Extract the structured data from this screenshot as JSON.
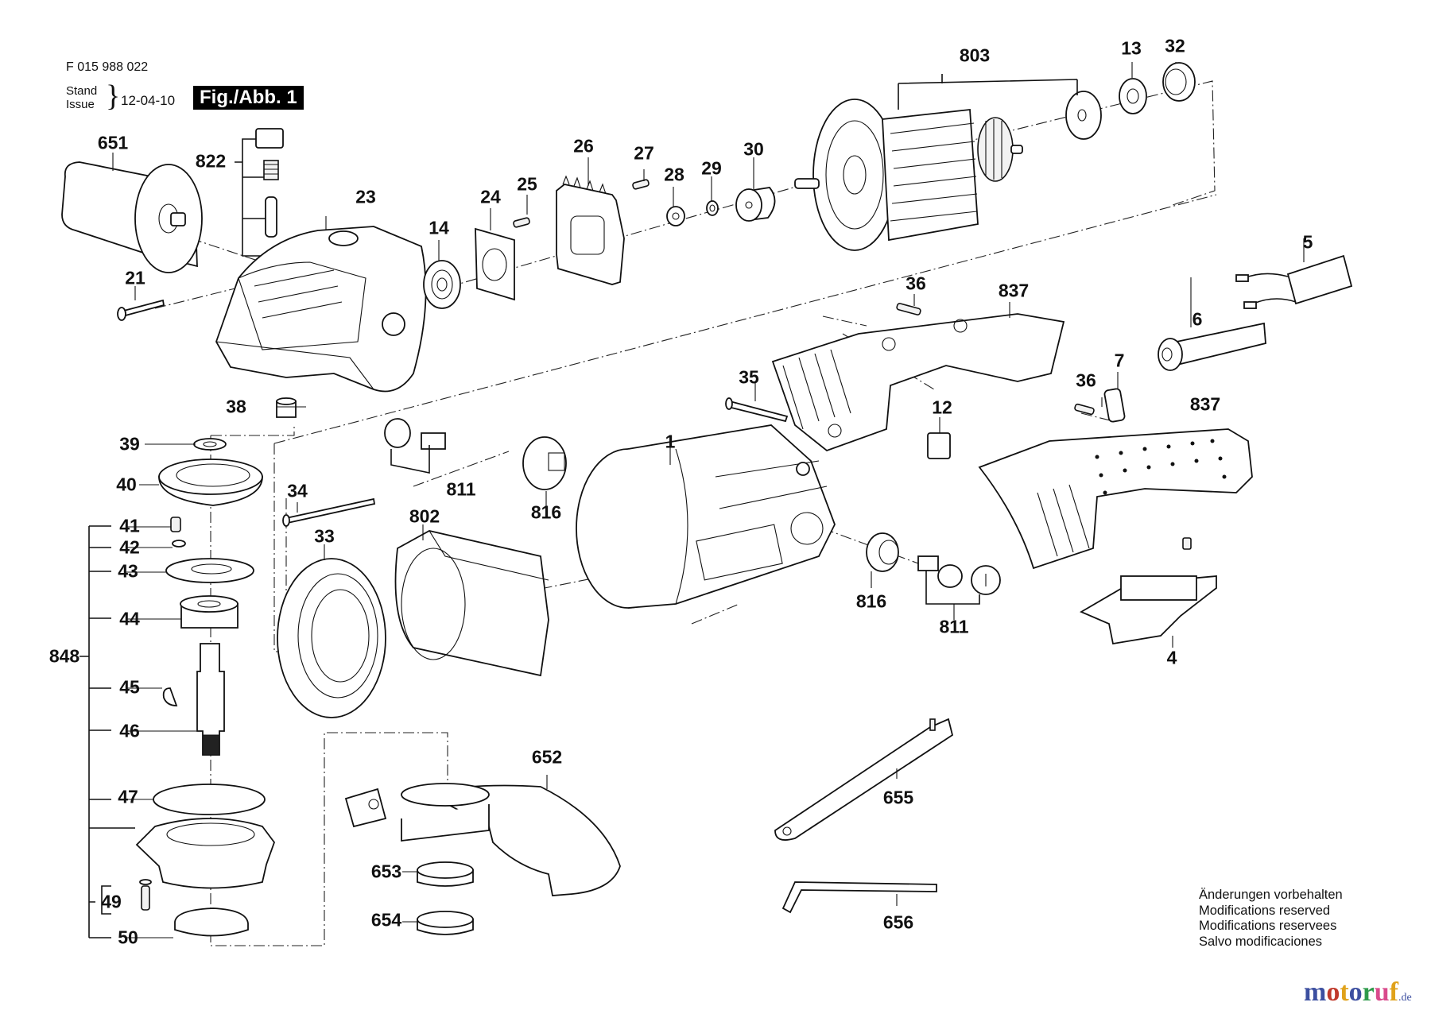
{
  "header": {
    "document_number": "F 015 988 022",
    "stand_label": "Stand",
    "issue_label": "Issue",
    "brace": "}",
    "date": "12-04-10",
    "figure_label": "Fig./Abb. 1"
  },
  "diagram": {
    "type": "exploded parts diagram",
    "subject": "angle grinder",
    "part_labels": [
      {
        "id": "651",
        "part": "auxiliary-handle"
      },
      {
        "id": "822",
        "part": "carbon-brush-set"
      },
      {
        "id": "23",
        "part": "gear-housing"
      },
      {
        "id": "21",
        "part": "screw"
      },
      {
        "id": "14",
        "part": "ball-bearing"
      },
      {
        "id": "24",
        "part": "gasket"
      },
      {
        "id": "25",
        "part": "screw"
      },
      {
        "id": "26",
        "part": "bearing-plate"
      },
      {
        "id": "27",
        "part": "screw"
      },
      {
        "id": "28",
        "part": "nut"
      },
      {
        "id": "29",
        "part": "washer"
      },
      {
        "id": "30",
        "part": "pinion"
      },
      {
        "id": "803",
        "part": "armature"
      },
      {
        "id": "13",
        "part": "ball-bearing"
      },
      {
        "id": "32",
        "part": "bearing-sleeve"
      },
      {
        "id": "38",
        "part": "sleeve"
      },
      {
        "id": "39",
        "part": "retaining-ring"
      },
      {
        "id": "40",
        "part": "gear-wheel"
      },
      {
        "id": "848",
        "part": "spindle-assembly"
      },
      {
        "id": "41",
        "part": "screw"
      },
      {
        "id": "42",
        "part": "washer"
      },
      {
        "id": "43",
        "part": "retaining-plate"
      },
      {
        "id": "44",
        "part": "ball-bearing"
      },
      {
        "id": "45",
        "part": "woodruff-key"
      },
      {
        "id": "46",
        "part": "spindle"
      },
      {
        "id": "47",
        "part": "o-ring"
      },
      {
        "id": "49",
        "part": "screw-set"
      },
      {
        "id": "50",
        "part": "flange"
      },
      {
        "id": "34",
        "part": "screw"
      },
      {
        "id": "33",
        "part": "air-guide-ring"
      },
      {
        "id": "802",
        "part": "field-coil"
      },
      {
        "id": "811",
        "part": "brush-holder-set"
      },
      {
        "id": "816",
        "part": "brush-holder"
      },
      {
        "id": "1",
        "part": "motor-housing"
      },
      {
        "id": "36",
        "part": "screw"
      },
      {
        "id": "837",
        "part": "handle-half"
      },
      {
        "id": "35",
        "part": "screw"
      },
      {
        "id": "12",
        "part": "carbon-brush"
      },
      {
        "id": "5",
        "part": "power-cord"
      },
      {
        "id": "6",
        "part": "cord-sleeve"
      },
      {
        "id": "7",
        "part": "cord-clamp"
      },
      {
        "id": "4",
        "part": "on-off-switch"
      },
      {
        "id": "652",
        "part": "protective-guard"
      },
      {
        "id": "653",
        "part": "mounting-flange"
      },
      {
        "id": "654",
        "part": "clamping-nut"
      },
      {
        "id": "655",
        "part": "two-pin-spanner"
      },
      {
        "id": "656",
        "part": "hex-key"
      }
    ]
  },
  "labels": {
    "l651": "651",
    "l822": "822",
    "l23": "23",
    "l21": "21",
    "l14": "14",
    "l24": "24",
    "l25": "25",
    "l26": "26",
    "l27": "27",
    "l28": "28",
    "l29": "29",
    "l30": "30",
    "l803": "803",
    "l13": "13",
    "l32": "32",
    "l38": "38",
    "l39": "39",
    "l40": "40",
    "l848": "848",
    "l41": "41",
    "l42": "42",
    "l43": "43",
    "l44": "44",
    "l45": "45",
    "l46": "46",
    "l47": "47",
    "l49": "49",
    "l50": "50",
    "l34": "34",
    "l33": "33",
    "l802": "802",
    "l811a": "811",
    "l816a": "816",
    "l1": "1",
    "l36a": "36",
    "l837a": "837",
    "l35": "35",
    "l12": "12",
    "l5": "5",
    "l6": "6",
    "l36b": "36",
    "l7": "7",
    "l837b": "837",
    "l816b": "816",
    "l811b": "811",
    "l4": "4",
    "l652": "652",
    "l653": "653",
    "l654": "654",
    "l655": "655",
    "l656": "656"
  },
  "footer": {
    "notes": [
      "Änderungen vorbehalten",
      "Modifications reserved",
      "Modifications reservees",
      "Salvo modificaciones"
    ],
    "brand_letters": [
      {
        "ch": "m",
        "color": "#3c4fa0"
      },
      {
        "ch": "o",
        "color": "#c0392b"
      },
      {
        "ch": "t",
        "color": "#e0a21b"
      },
      {
        "ch": "o",
        "color": "#3c4fa0"
      },
      {
        "ch": "r",
        "color": "#2e9a4a"
      },
      {
        "ch": "u",
        "color": "#d94a8c"
      },
      {
        "ch": "f",
        "color": "#e0a21b"
      }
    ],
    "brand_tld": ".de"
  }
}
